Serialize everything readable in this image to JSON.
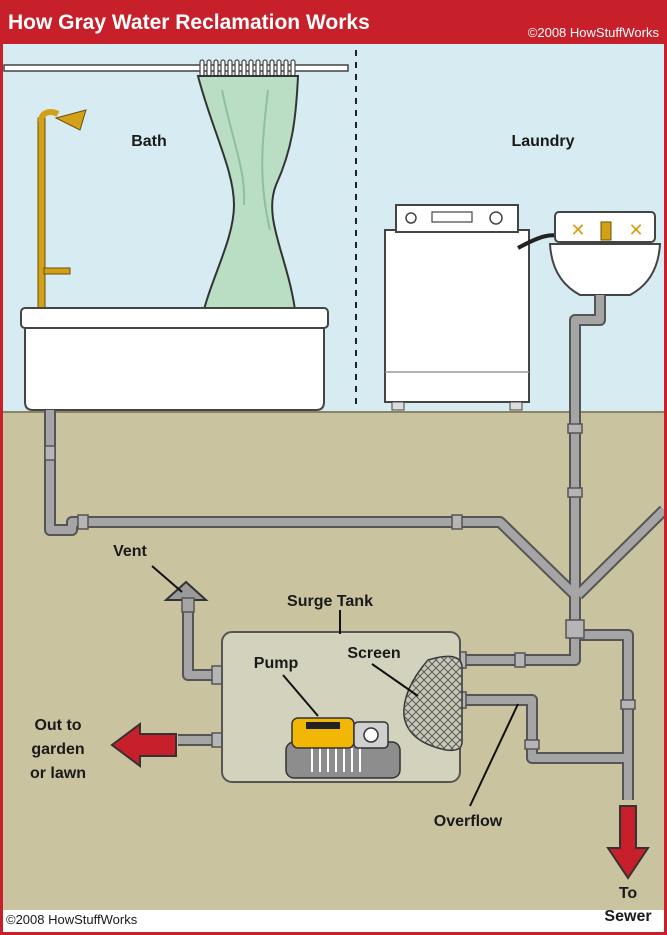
{
  "header": {
    "title": "How Gray Water Reclamation Works",
    "copyright": "©2008 HowStuffWorks"
  },
  "footer": {
    "copyright": "©2008 HowStuffWorks"
  },
  "labels": {
    "bath": "Bath",
    "laundry": "Laundry",
    "vent": "Vent",
    "surge_tank": "Surge Tank",
    "pump": "Pump",
    "screen": "Screen",
    "overflow": "Overflow",
    "out_line1": "Out to",
    "out_line2": "garden",
    "out_line3": "or lawn",
    "sewer_line1": "To",
    "sewer_line2": "Sewer"
  },
  "colors": {
    "header": "#c8202a",
    "wall": "#d6ecf2",
    "ground": "#c9c3a0",
    "pipe": "#9a9a9a",
    "arrow": "#c8202a",
    "curtain": "#b9dec4",
    "pump": "#f2b705"
  }
}
